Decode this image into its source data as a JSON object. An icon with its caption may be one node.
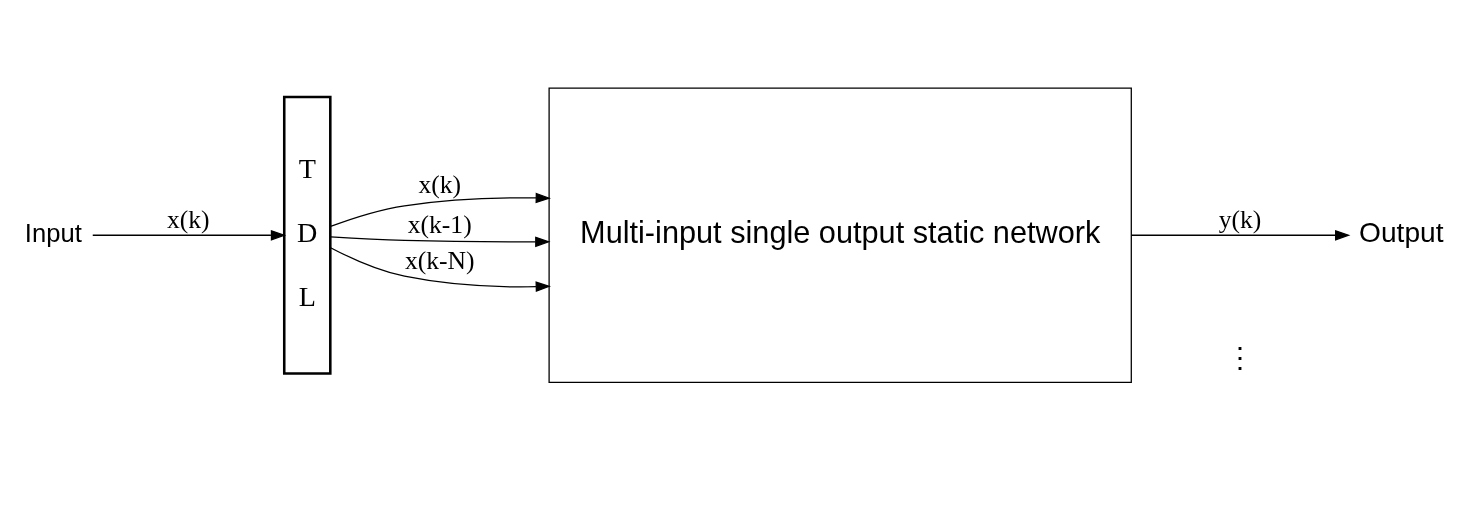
{
  "diagram": {
    "nodes": [
      {
        "text": [
          "Input"
        ]
      },
      {
        "text": [
          "T D L"
        ]
      },
      {
        "text": [
          "Multi-input single output static network"
        ]
      },
      {
        "text": [
          "Output"
        ]
      }
    ],
    "edges": [
      {
        "from": 0,
        "to": 1,
        "arrow": "to",
        "label": "x(k)"
      },
      {
        "from": 1,
        "to": 2,
        "arrow": "to",
        "label": "x(k)"
      },
      {
        "from": 1,
        "to": 2,
        "arrow": "to",
        "label": "x(k-1)"
      },
      {
        "from": 1,
        "to": 2,
        "arrow": "to",
        "label": "x(k-N)"
      },
      {
        "from": 2,
        "to": 3,
        "arrow": "to",
        "label": "y(k)"
      }
    ],
    "labels": [
      "⋮"
    ]
  }
}
